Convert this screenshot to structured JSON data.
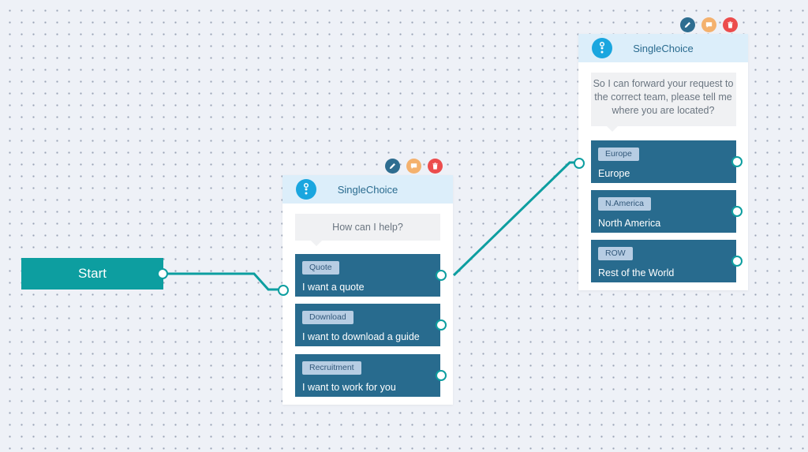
{
  "start": {
    "label": "Start"
  },
  "nodes": [
    {
      "title": "SingleChoice",
      "prompt": "How can I help?",
      "choices": [
        {
          "tag": "Quote",
          "text": "I want a quote"
        },
        {
          "tag": "Download",
          "text": "I want to download a guide"
        },
        {
          "tag": "Recruitment",
          "text": "I want to work for you"
        }
      ]
    },
    {
      "title": "SingleChoice",
      "prompt": "So I can forward your request to the correct team, please tell me where you are located?",
      "choices": [
        {
          "tag": "Europe",
          "text": "Europe"
        },
        {
          "tag": "N.America",
          "text": "North America"
        },
        {
          "tag": "ROW",
          "text": "Rest of the World"
        }
      ]
    }
  ],
  "icons": {
    "node_type": "single-choice-icon",
    "edit": "pencil-icon",
    "comment": "comment-icon",
    "delete": "trash-icon"
  },
  "colors": {
    "canvas": "#eef1f7",
    "accent": "#0d9ea0",
    "choice": "#286b8e",
    "header": "#dceefa",
    "delete": "#ec4c4c",
    "comment": "#f4b16d",
    "edit": "#2e6d90"
  }
}
